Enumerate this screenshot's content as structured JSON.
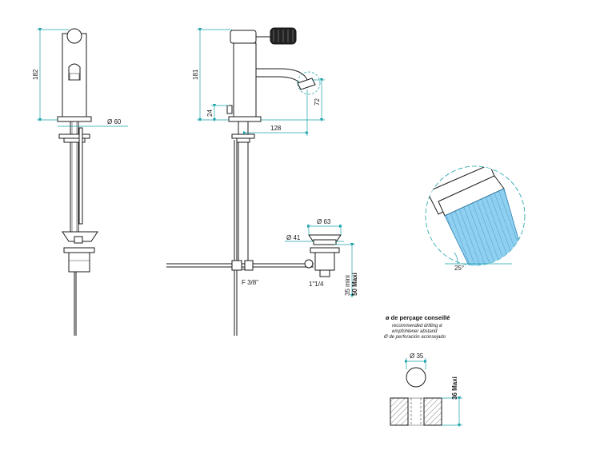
{
  "dimensions": {
    "front_height": "182",
    "front_base_diameter": "Ø 60",
    "side_height": "181",
    "side_lever_offset": "24",
    "side_spout_reach": "128",
    "side_spout_outlet": "72",
    "waste_flange": "Ø 63",
    "waste_body": "Ø 41",
    "waste_depth_min": "35 mini",
    "waste_depth_max": "50 Maxi",
    "supply_thread": "F 3/8\"",
    "waste_thread": "1\"1/4",
    "aerator_angle": "25°"
  },
  "drilling_note": {
    "title": "ø de perçage conseillé",
    "lines": [
      "recommended drilling ø",
      "empfohlener abstand",
      "Ø de perforación aconsejado"
    ]
  },
  "drilling_detail": {
    "hole_diameter": "Ø 35",
    "max_thickness": "36 Maxi"
  },
  "colors": {
    "dimension_lines": "#1aa0a8",
    "aerator_stream": "#7cc8ec"
  }
}
